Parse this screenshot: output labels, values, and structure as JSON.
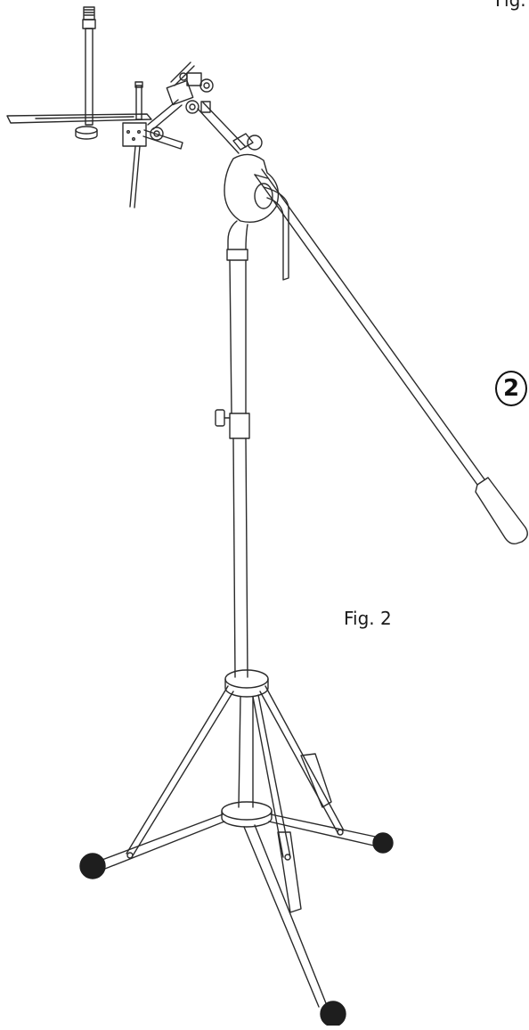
{
  "figure_label": "Fig. 2",
  "figure_label_cut": "Fig.",
  "callout_number": "2",
  "colors": {
    "line": "#2a2a2a",
    "rubber_foot": "#1e1e1e",
    "background": "#ffffff"
  },
  "parts": [
    "microphone-thread-rod",
    "stereo-bar",
    "boom-clamp",
    "boom-arm",
    "counterweight",
    "vertical-pole",
    "height-clamp",
    "tripod-base",
    "rubber-feet"
  ]
}
